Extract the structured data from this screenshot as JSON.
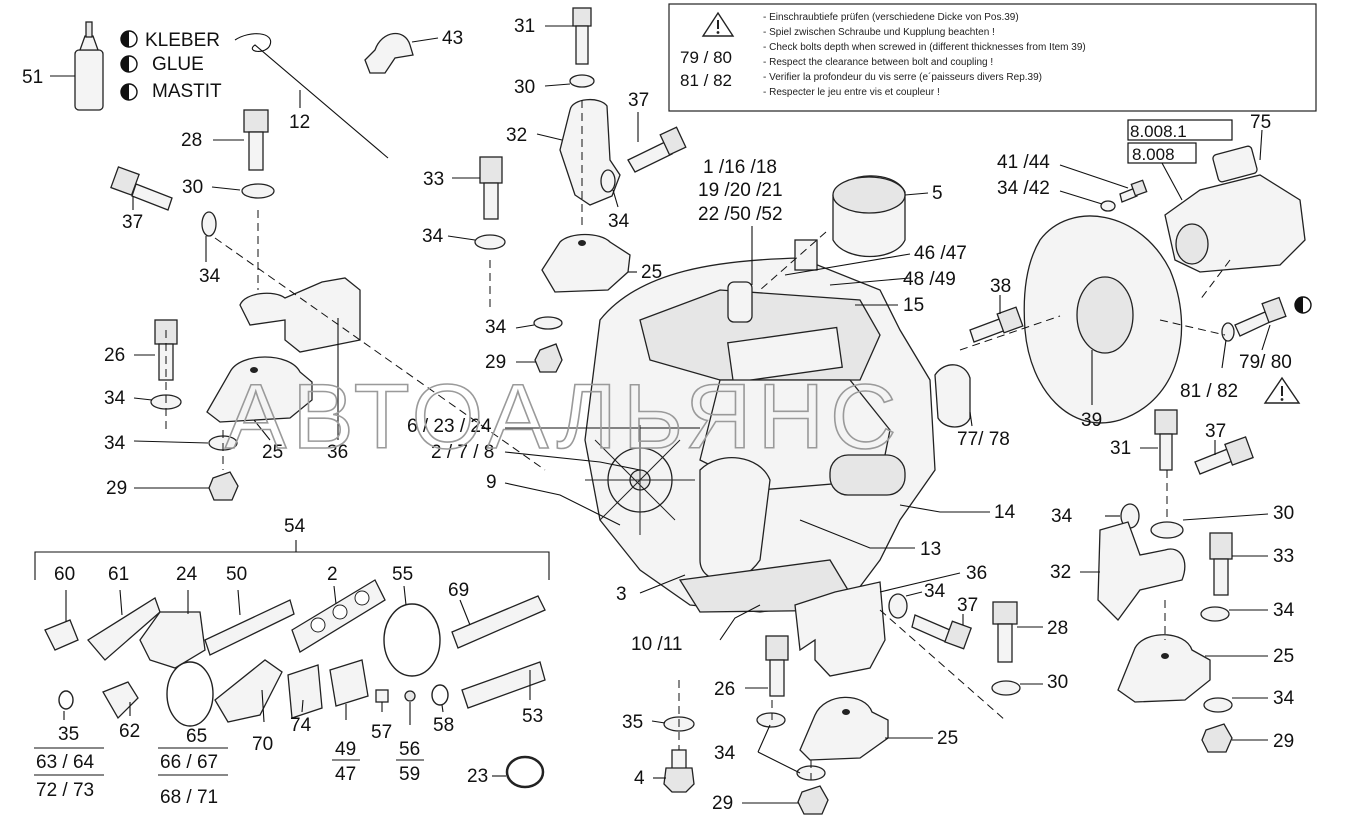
{
  "watermark": "АВТОАЛЬЯНС",
  "notice": {
    "warning_icon": "warning-triangle-icon",
    "refs": [
      "79 / 80",
      "81 / 82"
    ],
    "lines": [
      "- Einschraubtiefe prüfen (verschiedene Dicke von Pos.39)",
      "- Spiel zwischen Schraube und Kupplung beachten !",
      "- Check bolts depth when screwed in (different thicknesses from Item 39)",
      "- Respect the clearance between bolt and coupling !",
      "- Verifier la profondeur du vis serre (e´paisseurs divers Rep.39)",
      "- Respecter le jeu entre vis et coupleur !"
    ]
  },
  "legend": {
    "items": [
      {
        "icon": "half-circle-icon",
        "text": "KLEBER"
      },
      {
        "icon": "half-circle-icon",
        "text": "GLUE"
      },
      {
        "icon": "half-circle-icon",
        "text": "MASTIT"
      }
    ]
  },
  "boxed_refs": [
    "8.008.1",
    "8.008"
  ],
  "labels": {
    "l51": "51",
    "l12": "12",
    "l43": "43",
    "l31a": "31",
    "l30a": "30",
    "l37a": "37",
    "l32a": "32",
    "l33a": "33",
    "l34a": "34",
    "l34b": "34",
    "l25a": "25",
    "l34c": "34",
    "l29a": "29",
    "l28a": "28",
    "l30b": "30",
    "l37b": "37",
    "l34d": "34",
    "l26a": "26",
    "l34e": "34",
    "l34f": "34",
    "l25b": "25",
    "l36a": "36",
    "l29b": "29",
    "l1_16_18": "1 /16 /18",
    "l19_20_21": "19 /20 /21",
    "l22_50_52": "22 /50 /52",
    "l5": "5",
    "l46_47": "46 /47",
    "l48_49": "48 /49",
    "l15": "15",
    "l6_23_24": "6 / 23 / 24",
    "l2_7_8": "2 / 7 / 8",
    "l9": "9",
    "l41_44": "41 /44",
    "l34_42": "34 /42",
    "l75": "75",
    "l38": "38",
    "l77_78": "77/  78",
    "l39": "39",
    "l79_80": "79/ 80",
    "l81_82": "81 / 82",
    "l31b": "31",
    "l37c": "37",
    "l34g": "34",
    "l30c": "30",
    "l32b": "32",
    "l33b": "33",
    "l34h": "34",
    "l25c": "25",
    "l34i": "34",
    "l29c": "29",
    "l14": "14",
    "l13": "13",
    "l36b": "36",
    "l34j": "34",
    "l37d": "37",
    "l28b": "28",
    "l30d": "30",
    "l3": "3",
    "l10_11": "10 /11",
    "l26b": "26",
    "l25d": "25",
    "l35": "35",
    "l34k": "34",
    "l4": "4",
    "l29d": "29",
    "l54": "54",
    "l60": "60",
    "l61": "61",
    "l24": "24",
    "l50": "50",
    "l2": "2",
    "l55": "55",
    "l69": "69",
    "l35b": "35",
    "l63_64": "63 / 64",
    "l72_73": "72 / 73",
    "l62": "62",
    "l65": "65",
    "l66_67": "66 / 67",
    "l68_71": "68 / 71",
    "l70": "70",
    "l74": "74",
    "l49": "49",
    "l47": "47",
    "l57": "57",
    "l56": "56",
    "l59": "59",
    "l58": "58",
    "l53": "53",
    "l23": "23"
  }
}
